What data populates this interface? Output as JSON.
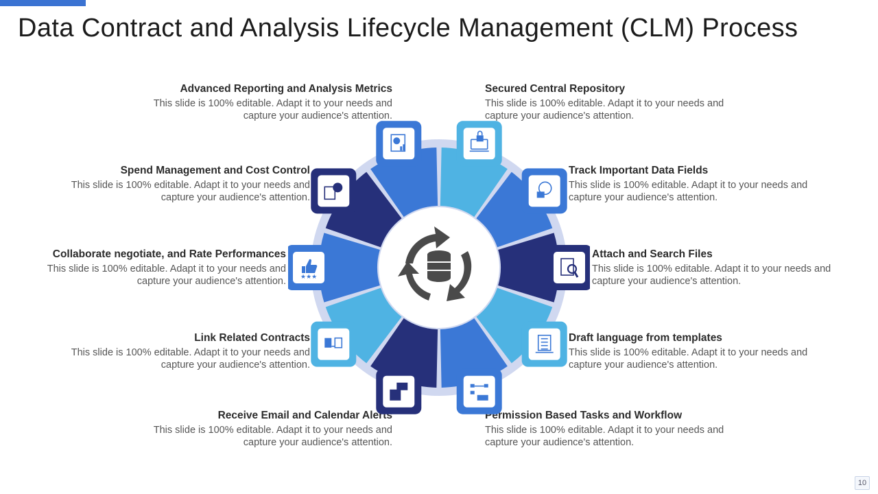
{
  "title": "Data Contract and Analysis Lifecycle Management (CLM) Process",
  "page_number": "10",
  "colors": {
    "navy": "#26307a",
    "blue": "#3b78d6",
    "sky": "#4fb3e3",
    "ring": "#d0d8f0",
    "accent": "#3b73d2"
  },
  "center_icon": "database-cycle-icon",
  "items": [
    {
      "title": "Secured Central Repository",
      "desc": "This slide is 100% editable. Adapt it to your needs and capture your audience's attention.",
      "icon": "repository-lock-icon"
    },
    {
      "title": "Track Important Data Fields",
      "desc": "This slide is 100% editable. Adapt it to your needs and capture your audience's attention.",
      "icon": "brain-folder-icon"
    },
    {
      "title": "Attach and Search Files",
      "desc": "This slide is 100% editable. Adapt it to your needs and capture your audience's attention.",
      "icon": "file-search-icon"
    },
    {
      "title": "Draft language from templates",
      "desc": "This slide is 100% editable. Adapt it to your needs and capture your audience's attention.",
      "icon": "document-template-icon"
    },
    {
      "title": "Permission Based Tasks and Workflow",
      "desc": "This slide is 100% editable. Adapt it to your needs and capture your audience's attention.",
      "icon": "workflow-icon"
    },
    {
      "title": "Receive Email and Calendar Alerts",
      "desc": "This slide is 100% editable. Adapt it to your needs and capture your audience's attention.",
      "icon": "email-calendar-icon"
    },
    {
      "title": "Link Related Contracts",
      "desc": "This slide is 100% editable. Adapt it to your needs and capture your audience's attention.",
      "icon": "linked-documents-icon"
    },
    {
      "title": "Collaborate negotiate, and Rate Performances",
      "desc": "This slide is 100% editable. Adapt it to your needs and capture your audience's attention.",
      "icon": "thumbs-up-rating-icon"
    },
    {
      "title": "Spend Management and Cost Control",
      "desc": "This slide is 100% editable. Adapt it to your needs and capture your audience's attention.",
      "icon": "calculator-money-icon"
    },
    {
      "title": "Advanced Reporting and Analysis Metrics",
      "desc": "This slide is 100% editable. Adapt it to your needs and capture your audience's attention.",
      "icon": "report-chart-icon"
    }
  ]
}
